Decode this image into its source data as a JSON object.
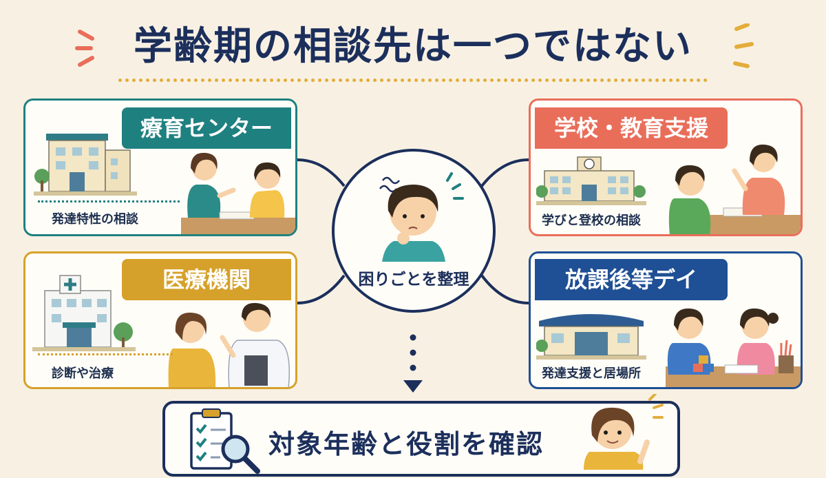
{
  "title": "学齢期の相談先は一つではない",
  "hub": {
    "label": "困りごとを整理"
  },
  "cards": {
    "ryoiku": {
      "label": "療育センター",
      "desc": "発達特性の相談",
      "color": "#1f8080"
    },
    "school": {
      "label": "学校・教育支援",
      "desc": "学びと登校の相談",
      "color": "#e96e5a"
    },
    "medical": {
      "label": "医療機関",
      "desc": "診断や治療",
      "color": "#d6a12a"
    },
    "dayservice": {
      "label": "放課後等デイ",
      "desc": "発達支援と居場所",
      "color": "#1f4f94"
    }
  },
  "bottom": {
    "label": "対象年齢と役割を確認"
  },
  "colors": {
    "navy": "#1c2f5c",
    "cream": "#f8f1e3",
    "dots": "#e3ad3b"
  }
}
